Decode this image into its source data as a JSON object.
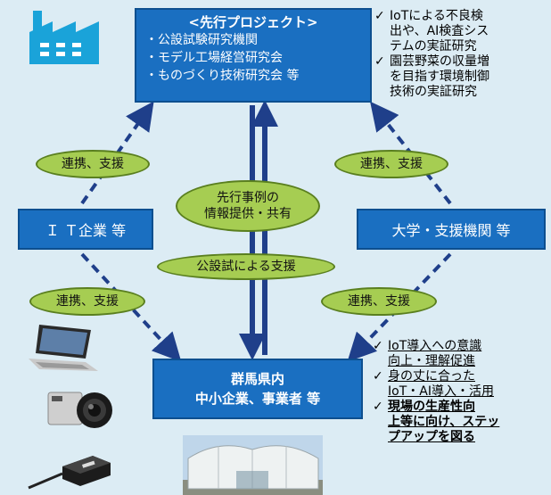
{
  "top_box": {
    "title": "<先行プロジェクト>",
    "items": [
      "・公設試験研究機関",
      "・モデル工場経営研究会",
      "・ものづくり技術研究会 等"
    ]
  },
  "left_box": {
    "label": "Ｉ Ｔ企業 等"
  },
  "right_box": {
    "label": "大学・支援機関 等"
  },
  "bottom_box": {
    "line1": "群馬県内",
    "line2": "中小企業、事業者 等"
  },
  "ellipses": {
    "top_left": "連携、支援",
    "top_right": "連携、支援",
    "center": [
      "先行事例の",
      "情報提供・共有"
    ],
    "middle": "公設試による支援",
    "bottom_left": "連携、支援",
    "bottom_right": "連携、支援"
  },
  "notes_top": [
    {
      "mark": "✓",
      "lines": [
        "IoTによる不良検",
        "出や、AI検査シス",
        "テムの実証研究"
      ]
    },
    {
      "mark": "✓",
      "lines": [
        "園芸野菜の収量増",
        "を目指す環境制御",
        "技術の実証研究"
      ]
    }
  ],
  "notes_bottom": [
    {
      "mark": "✓",
      "lines": [
        "IoT導入への意識",
        "向上・理解促進"
      ]
    },
    {
      "mark": "✓",
      "lines": [
        "身の丈に合った",
        "IoT・AI導入・活用"
      ]
    },
    {
      "mark": "✓",
      "lines": [
        "現場の生産性向",
        "上等に向け、ステッ",
        "プアップを図る"
      ]
    }
  ],
  "icons": [
    "factory-icon",
    "laptop-icon",
    "camera-icon",
    "sensor-icon",
    "greenhouse-photo"
  ],
  "colors": {
    "box_blue": "#1a6fc1",
    "ellipse_green": "#a6cd52",
    "arrow_navy": "#1f3f8a",
    "factory_blue": "#1aa3d9"
  }
}
